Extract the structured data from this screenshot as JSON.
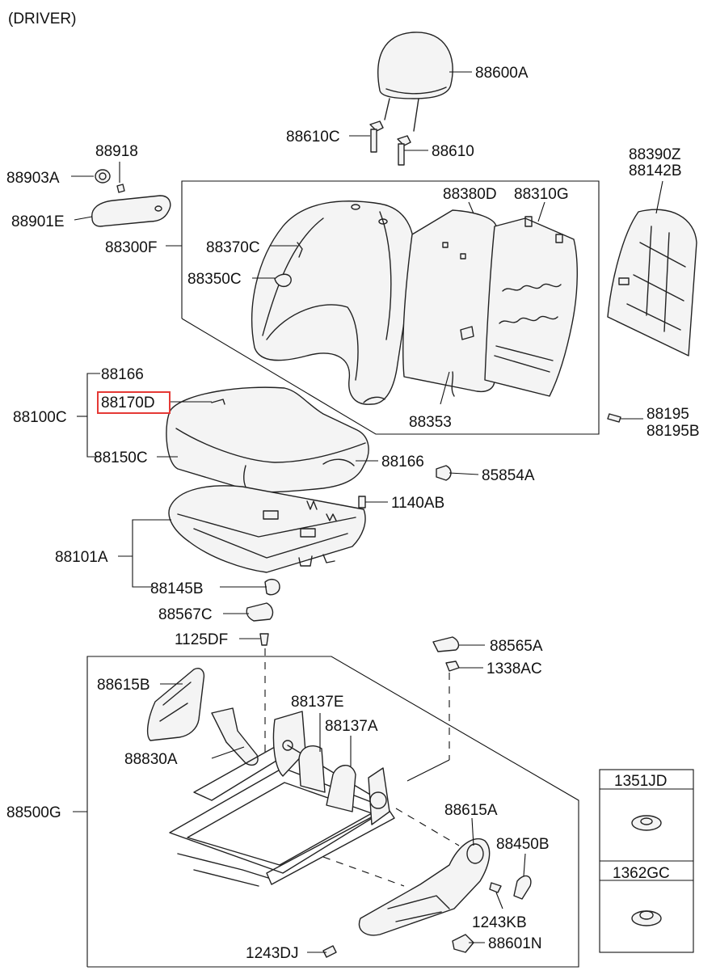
{
  "header": {
    "title": "(DRIVER)"
  },
  "colors": {
    "highlight": "#e53935",
    "line": "#111111"
  },
  "callouts": {
    "p88600A": "88600A",
    "p88610C": "88610C",
    "p88610": "88610",
    "p88918": "88918",
    "p88903A": "88903A",
    "p88901E": "88901E",
    "p88300F": "88300F",
    "p88370C": "88370C",
    "p88350C": "88350C",
    "p88380D": "88380D",
    "p88310G": "88310G",
    "p88390Z": "88390Z",
    "p88142B": "88142B",
    "p88353": "88353",
    "p88166_top": "88166",
    "p88170D": "88170D",
    "p88100C": "88100C",
    "p88150C": "88150C",
    "p88166_right": "88166",
    "p85854A": "85854A",
    "p88195": "88195",
    "p88195B": "88195B",
    "p1140AB": "1140AB",
    "p88101A": "88101A",
    "p88145B": "88145B",
    "p88567C": "88567C",
    "p1125DF": "1125DF",
    "p88565A": "88565A",
    "p1338AC": "1338AC",
    "p88615B": "88615B",
    "p88137E": "88137E",
    "p88137A": "88137A",
    "p88830A": "88830A",
    "p88500G": "88500G",
    "p88615A": "88615A",
    "p88450B": "88450B",
    "p1243KB": "1243KB",
    "p1243DJ": "1243DJ",
    "p88601N": "88601N"
  },
  "legend": {
    "item1": "1351JD",
    "item2": "1362GC"
  }
}
